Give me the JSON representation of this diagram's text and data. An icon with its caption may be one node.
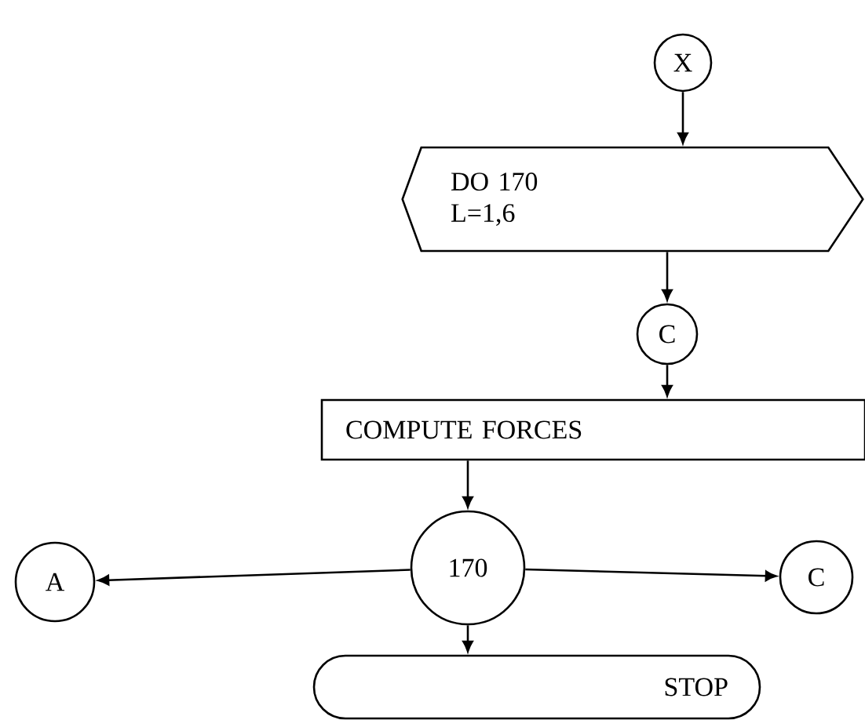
{
  "diagram": {
    "nodes": [
      {
        "text": [
          "X"
        ]
      },
      {
        "text": [
          "DO 170",
          "L=1,6"
        ]
      },
      {
        "text": [
          "C"
        ]
      },
      {
        "text": [
          "COMPUTE FORCES"
        ]
      },
      {
        "text": [
          "170"
        ]
      },
      {
        "text": [
          "A"
        ]
      },
      {
        "text": [
          "C"
        ]
      },
      {
        "text": [
          "STOP"
        ]
      }
    ],
    "edges": [
      {
        "from": 0,
        "to": 1,
        "arrow": "to"
      },
      {
        "from": 1,
        "to": 2,
        "arrow": "to"
      },
      {
        "from": 2,
        "to": 3,
        "arrow": "to"
      },
      {
        "from": 3,
        "to": 4,
        "arrow": "to"
      },
      {
        "from": 4,
        "to": 5,
        "arrow": "to"
      },
      {
        "from": 4,
        "to": 6,
        "arrow": "to"
      },
      {
        "from": 4,
        "to": 7,
        "arrow": "to"
      }
    ]
  }
}
